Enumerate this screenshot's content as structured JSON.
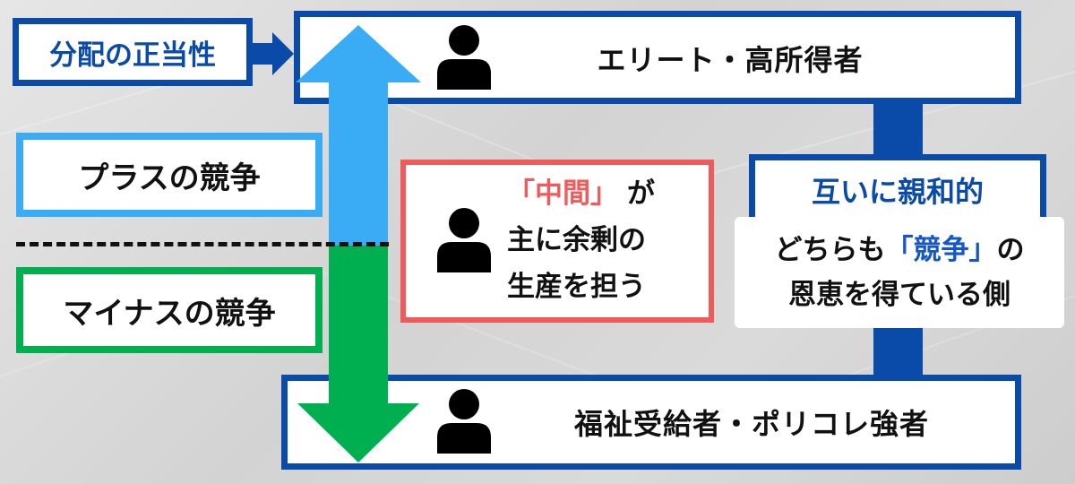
{
  "colors": {
    "navy": "#0a4aa8",
    "light_blue": "#3aabf5",
    "green": "#00b050",
    "red": "#f05a5a",
    "accent_text": "#1656c6"
  },
  "distribution": {
    "label": "分配の正当性"
  },
  "top": {
    "label": "エリート・高所得者",
    "icon": "person-icon"
  },
  "bottom": {
    "label": "福祉受給者・ポリコレ強者",
    "icon": "person-icon"
  },
  "plus": {
    "label": "プラスの競争"
  },
  "minus": {
    "label": "マイナスの競争"
  },
  "middle": {
    "icon": "person-icon",
    "quote_open": "「",
    "quote_word": "中間",
    "quote_close": "」",
    "line1_rest": "が",
    "line2": "主に余剰の",
    "line3": "生産を担う"
  },
  "friendly": {
    "label": "互いに親和的"
  },
  "benefit": {
    "pre": "どちらも",
    "highlight": "「競争」",
    "post": "の",
    "line2": "恩恵を得ている側"
  }
}
